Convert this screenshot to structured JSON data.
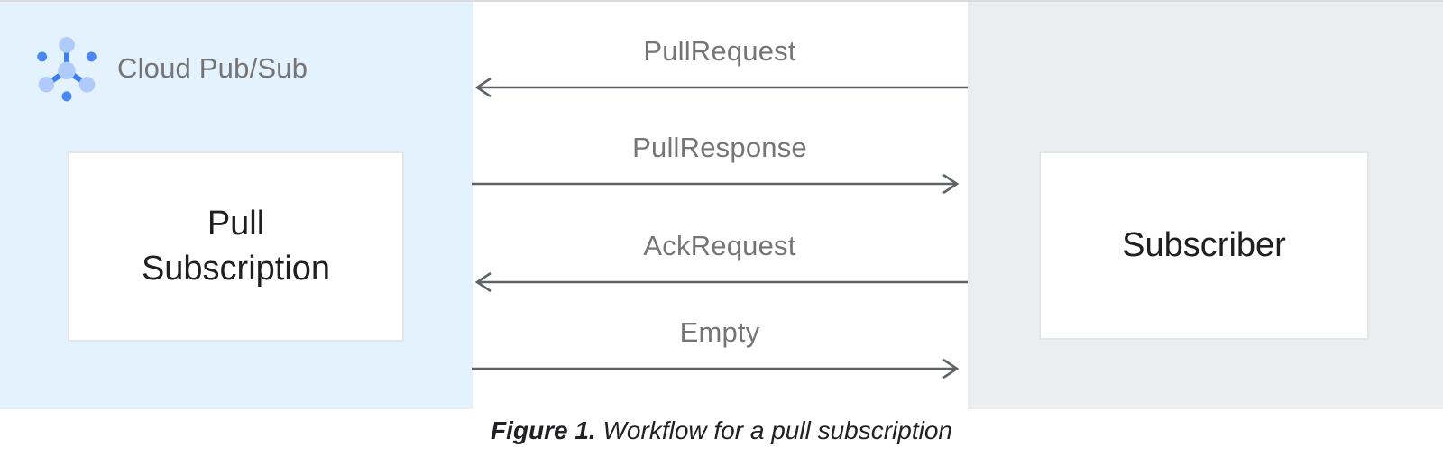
{
  "figure_caption": {
    "label": "Figure 1.",
    "text": "Workflow for a pull subscription"
  },
  "pubsub_panel": {
    "title": "Cloud Pub/Sub",
    "node_label_lines": [
      "Pull",
      "Subscription"
    ],
    "background": "#e3f2fd"
  },
  "subscriber_panel": {
    "node_label": "Subscriber",
    "background": "#ebedef"
  },
  "messages": [
    {
      "label": "PullRequest",
      "direction": "left"
    },
    {
      "label": "PullResponse",
      "direction": "right"
    },
    {
      "label": "AckRequest",
      "direction": "left"
    },
    {
      "label": "Empty",
      "direction": "right"
    }
  ],
  "colors": {
    "panel_blue": "#e3f2fd",
    "panel_gray": "#ebedef",
    "arrow_stroke": "#5f6368",
    "message_label_gray": "#757575",
    "node_text": "#1f1f1f",
    "icon_light_blue": "#aecbfa",
    "icon_blue": "#4285f4",
    "caption_text": "#202124"
  }
}
